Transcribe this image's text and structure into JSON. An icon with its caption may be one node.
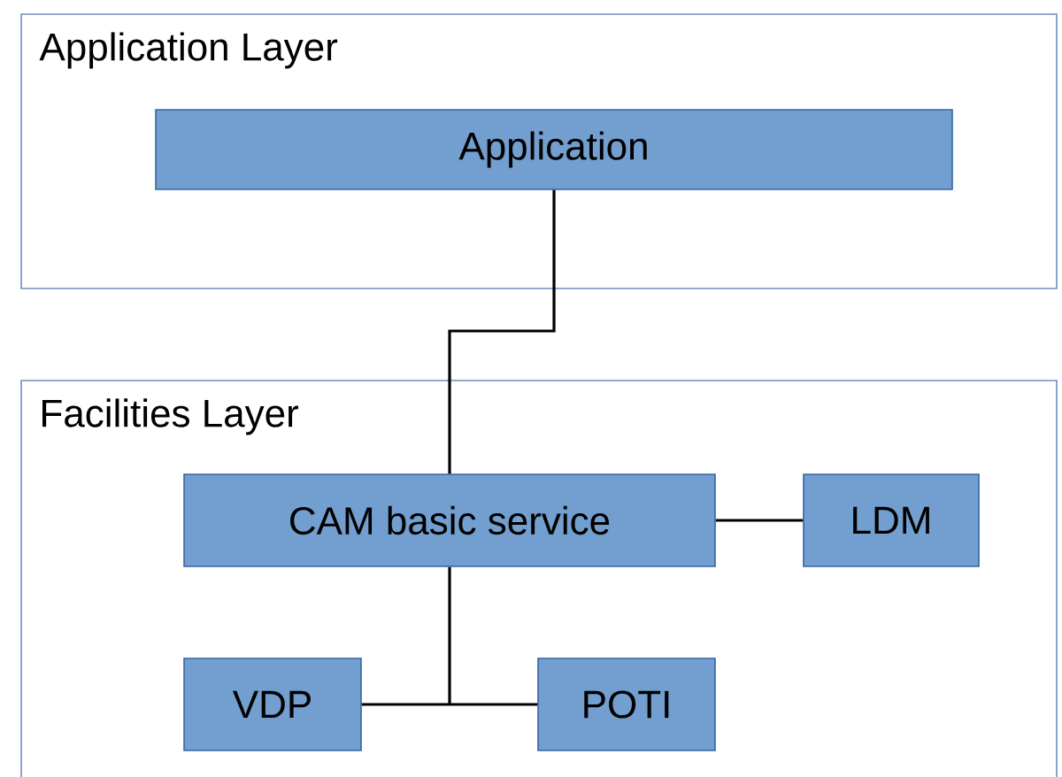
{
  "diagram": {
    "nodes": [
      {
        "text": [
          "Application Layer"
        ]
      },
      {
        "text": [
          "Application"
        ],
        "in": 0
      },
      {
        "text": [
          "Facilities Layer"
        ]
      },
      {
        "text": [
          "CAM basic service"
        ],
        "in": 2
      },
      {
        "text": [
          "LDM"
        ],
        "in": 2
      },
      {
        "text": [
          "VDP"
        ],
        "in": 2
      },
      {
        "text": [
          "POTI"
        ],
        "in": 2
      }
    ],
    "edges": [
      {
        "from": 1,
        "to": 3,
        "arrow": "none"
      },
      {
        "from": 3,
        "to": 4,
        "arrow": "none"
      },
      {
        "from": 3,
        "to": 5,
        "arrow": "none"
      },
      {
        "from": 3,
        "to": 6,
        "arrow": "none"
      }
    ]
  }
}
